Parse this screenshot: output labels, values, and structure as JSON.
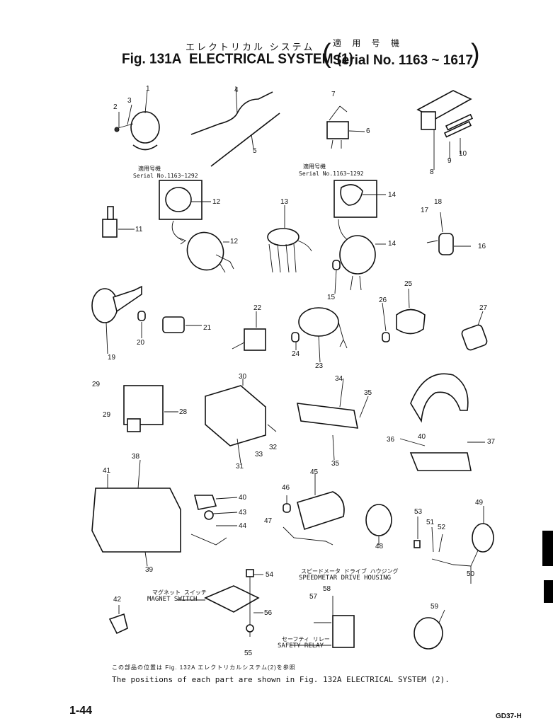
{
  "header": {
    "title_jp": "エレクトリカル システム",
    "serial_jp": "適 用 号 機",
    "fig_label": "Fig. 131A",
    "title": "ELECTRICAL SYSTEM (1)",
    "serial": "Serial No. 1163 ~ 1617"
  },
  "insets": {
    "left_jp": "適用号機",
    "left_serial": "Serial No.1163~1292",
    "right_jp": "適用号機",
    "right_serial": "Serial No.1163~1292"
  },
  "part_labels": {
    "speedometer_jp": "スピードメータ ドライブ ハウジング",
    "speedometer": "SPEEDMETAR DRIVE HOUSING",
    "magnet_jp": "マグネット スイッチ",
    "magnet": "MAGNET SWITCH",
    "safety_jp": "セーフティ リレー",
    "safety": "SAFETY RELAY"
  },
  "callouts": [
    "1",
    "2",
    "3",
    "4",
    "5",
    "6",
    "7",
    "8",
    "9",
    "10",
    "11",
    "12",
    "12",
    "13",
    "14",
    "14",
    "15",
    "16",
    "17",
    "18",
    "19",
    "20",
    "21",
    "22",
    "23",
    "24",
    "25",
    "26",
    "27",
    "28",
    "29",
    "29",
    "30",
    "31",
    "32",
    "33",
    "34",
    "35",
    "35",
    "36",
    "37",
    "38",
    "39",
    "40",
    "41",
    "42",
    "43",
    "44",
    "45",
    "46",
    "47",
    "48",
    "49",
    "50",
    "51",
    "52",
    "53",
    "54",
    "55",
    "56",
    "57",
    "58",
    "59",
    "40"
  ],
  "footer": {
    "note_jp": "この部品の位置は Fig. 132A エレクトリカルシステム(2)を参照",
    "note": "The positions of each part are shown in Fig. 132A ELECTRICAL SYSTEM (2).",
    "page": "1-44",
    "code": "GD37-H"
  }
}
